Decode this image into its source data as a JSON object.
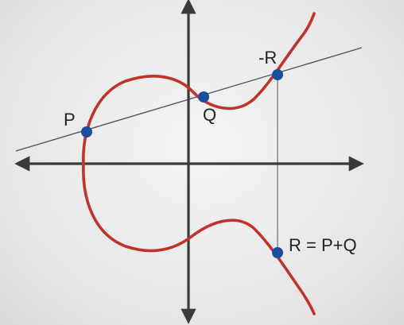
{
  "diagram": {
    "labels": {
      "p": "P",
      "q": "Q",
      "neg_r": "-R",
      "r": "R = P+Q"
    },
    "colors": {
      "curve": "#c0332a",
      "axes": "#3a3a3a",
      "secant": "#555555",
      "points": "#1a4fa0",
      "background": "#e9e9e9"
    }
  }
}
